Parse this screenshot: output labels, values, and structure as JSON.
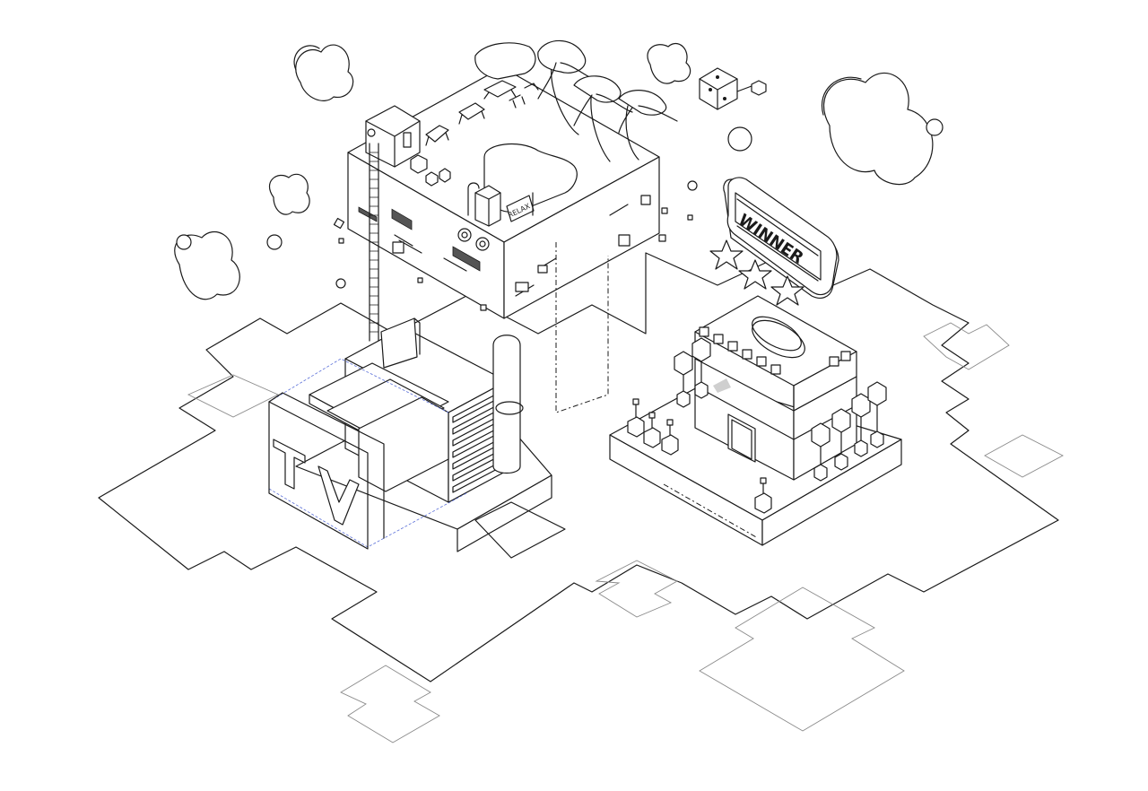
{
  "scene": {
    "signs": {
      "winner": "WINNER",
      "relax": "RELAX",
      "tv": "TV"
    },
    "colors": {
      "ink": "#1a1a1a",
      "guide": "#5a6fd8",
      "faint": "#8a8a8a",
      "background": "#ffffff"
    }
  }
}
